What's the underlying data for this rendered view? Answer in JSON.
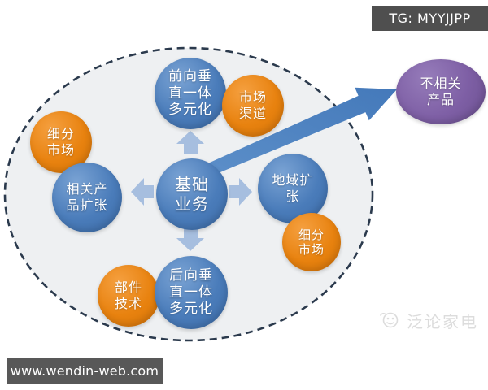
{
  "header": {
    "tg_badge": "TG: MYYJJPP"
  },
  "footer": {
    "website": "www.wendin-web.com"
  },
  "watermark": {
    "text": "泛论家电"
  },
  "diagram": {
    "nodes": {
      "basic_business": {
        "label": "基础\n业务",
        "color": "#4a7cba"
      },
      "forward_vertical": {
        "label": "前向垂\n直一体\n多元化",
        "color": "#4a7cba"
      },
      "market_channel": {
        "label": "市场\n渠道",
        "color": "#e8820f"
      },
      "segment_market_left": {
        "label": "细分\n市场",
        "color": "#e8820f"
      },
      "related_product_expansion": {
        "label": "相关产\n品扩张",
        "color": "#4a7cba"
      },
      "regional_expansion": {
        "label": "地域扩\n张",
        "color": "#4a7cba"
      },
      "segment_market_right": {
        "label": "细分\n市场",
        "color": "#e8820f"
      },
      "component_technology": {
        "label": "部件\n技术",
        "color": "#e8820f"
      },
      "backward_vertical": {
        "label": "后向垂\n直一体\n多元化",
        "color": "#4a7cba"
      },
      "unrelated_product": {
        "label": "不相关\n产品",
        "color": "#7e5fa5"
      }
    },
    "colors": {
      "boundary_dash": "#2b3a4d",
      "boundary_fill": "#eef0f2",
      "small_arrow": "#a6bedf",
      "big_arrow": "#4e84c4",
      "badge_bg": "#4f4f4f",
      "bar_bg": "#585858",
      "watermark_gray": "#dcdcdc"
    }
  }
}
